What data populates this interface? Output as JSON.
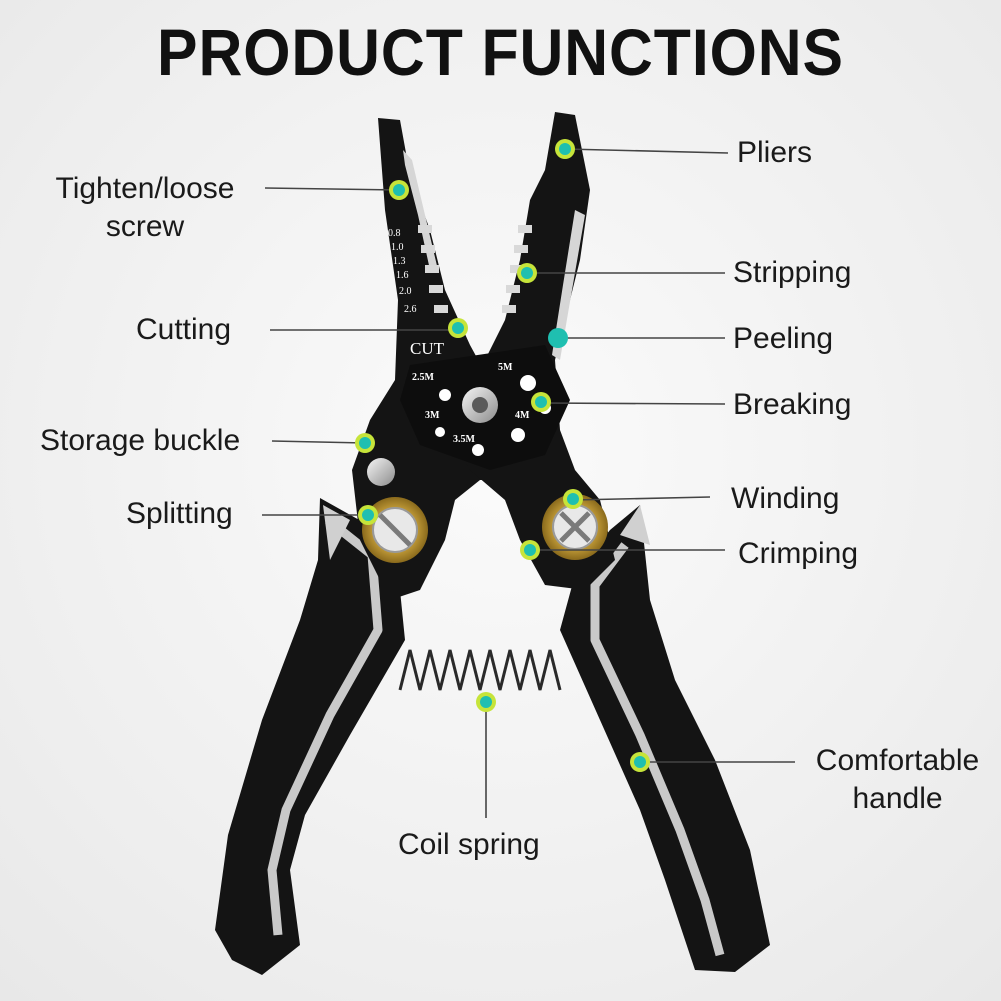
{
  "title": "PRODUCT FUNCTIONS",
  "colors": {
    "dot": "#1fbfb0",
    "dot_ring": "#c6e43a",
    "tool_black": "#141414",
    "tool_grey": "#c9c9c9",
    "line": "#444444"
  },
  "callouts": {
    "tighten": {
      "line1": "Tighten/loose",
      "line2": "screw"
    },
    "cutting": "Cutting",
    "storage": "Storage buckle",
    "splitting": "Splitting",
    "pliers": "Pliers",
    "stripping": "Stripping",
    "peeling": "Peeling",
    "breaking": "Breaking",
    "winding": "Winding",
    "crimping": "Crimping",
    "comfortable": {
      "line1": "Comfortable",
      "line2": "handle"
    },
    "spring": "Coil spring"
  },
  "tool_marks": {
    "gauges": [
      "0.8",
      "1.0",
      "1.3",
      "1.6",
      "2.0",
      "2.6"
    ],
    "cut": "CUT",
    "sizes": [
      "2.5M",
      "5M",
      "3M",
      "4M",
      "3.5M"
    ]
  }
}
